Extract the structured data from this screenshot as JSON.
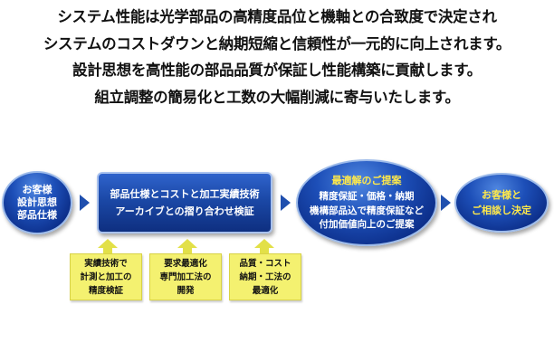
{
  "intro": {
    "lines": [
      "システム性能は光学部品の高精度品位と機軸との合致度で決定され",
      "システムのコストダウンと納期短縮と信頼性が一元的に向上されます。",
      "設計思想を高性能の部品品質が保証し性能構築に貢献します。",
      "組立調整の簡易化と工数の大幅削減に寄与いたします。"
    ]
  },
  "flow": {
    "customer": {
      "lines": [
        "お客様",
        "設計思想",
        "部品仕様"
      ]
    },
    "matching": {
      "lines": [
        "部品仕様とコストと加工実績技術",
        "アーカイブとの摺り合わせ検証"
      ]
    },
    "proposal": {
      "title": "最適解のご提案",
      "lines": [
        "精度保証・価格・納期",
        "機構部品込で精度保証など",
        "付加価値向上のご提案"
      ]
    },
    "decision": {
      "lines": [
        "お客様と",
        "ご相談し決定"
      ]
    }
  },
  "inputs": [
    {
      "lines": [
        "実績技術で",
        "計測と加工の",
        "精度検証"
      ]
    },
    {
      "lines": [
        "要求最適化",
        "専門加工法の",
        "開発"
      ]
    },
    {
      "lines": [
        "品質・コスト",
        "納期・工法の",
        "最適化"
      ]
    }
  ],
  "colors": {
    "node_blue": "#1d4fb8",
    "accent_yellow": "#ffe94a",
    "note_yellow": "#f4f170"
  }
}
